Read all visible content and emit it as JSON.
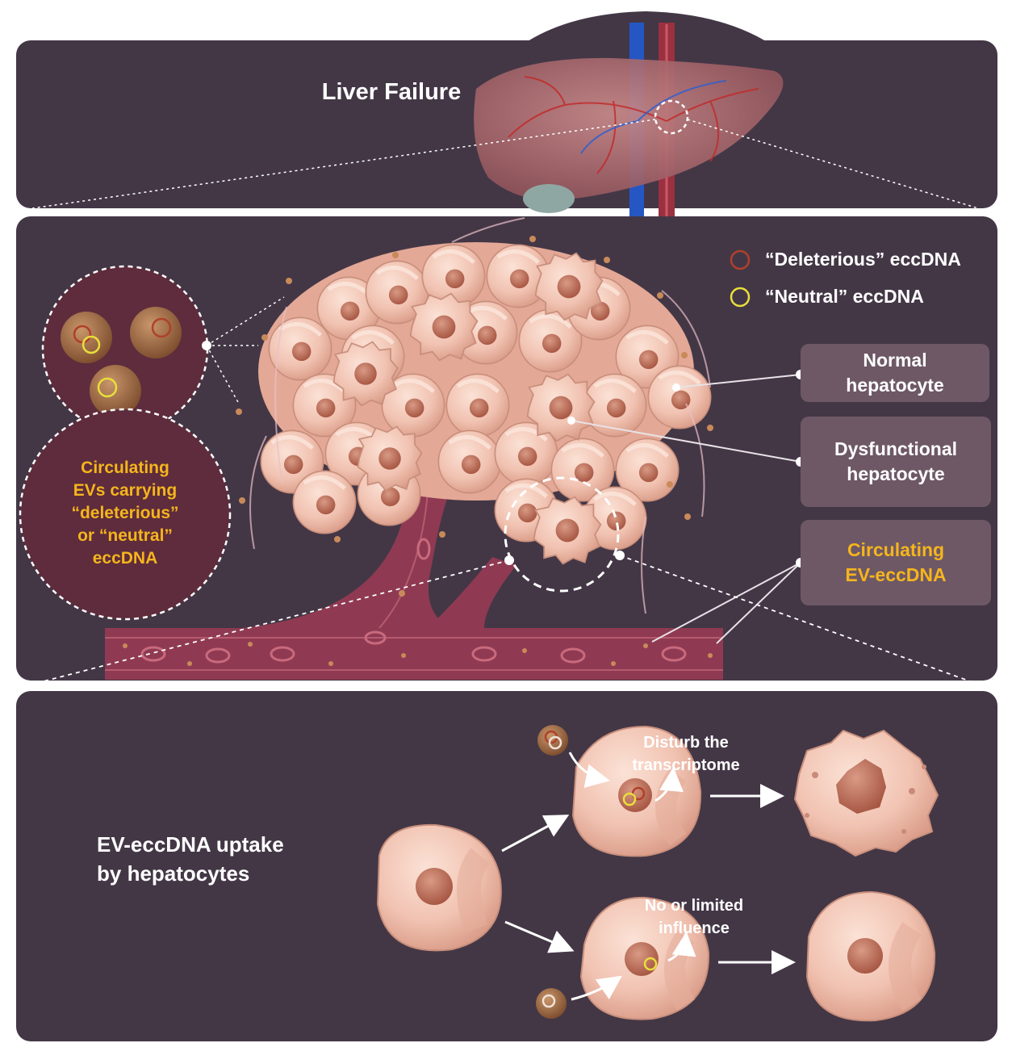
{
  "panels": {
    "top": {
      "title": "Liver Failure"
    },
    "legend": {
      "deleterious": {
        "label": "“Deleterious” eccDNA",
        "color": "#b0402a"
      },
      "neutral": {
        "label": "“Neutral” eccDNA",
        "color": "#e8df3a"
      }
    },
    "callouts": {
      "normal": [
        "Normal",
        "hepatocyte"
      ],
      "dysfunctional": [
        "Dysfunctional",
        "hepatocyte"
      ],
      "circulating": [
        "Circulating",
        "EV-eccDNA"
      ]
    },
    "ev_bubble": [
      "Circulating",
      "EVs carrying",
      "“deleterious”",
      "or “neutral”",
      "eccDNA"
    ],
    "bottom": {
      "title": [
        "EV-eccDNA uptake",
        "by hepatocytes"
      ],
      "disturb": [
        "Disturb the",
        "transcriptome"
      ],
      "limited": [
        "No or limited",
        "influence"
      ]
    }
  },
  "colors": {
    "panel_bg": "#433746",
    "cell_fill": "#f1c2b1",
    "nucleus": "#b86a55",
    "vessel": "#8f3a52",
    "label_box": "#6e5866",
    "accent_yellow": "#f5b51d"
  }
}
